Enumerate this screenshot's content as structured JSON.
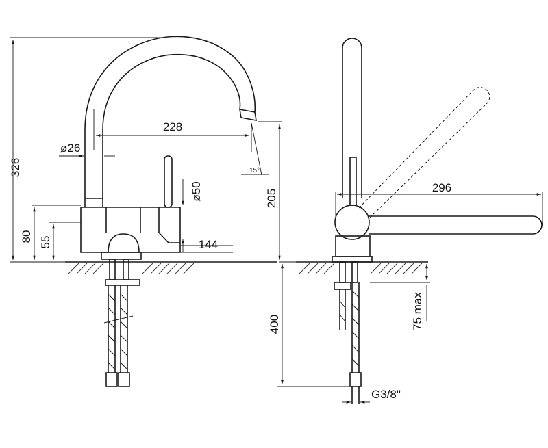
{
  "dimensions": {
    "total_height": "326",
    "spout_reach": "228",
    "spout_diameter": "ø26",
    "body_diameter": "ø50",
    "spout_angle": "15°",
    "spout_height": "205",
    "body_height": "80",
    "lever_height": "55",
    "body_depth": "144",
    "lever_reach": "296",
    "hose_length": "400",
    "deck_thickness": "75 max",
    "thread_size": "G3/8\""
  }
}
